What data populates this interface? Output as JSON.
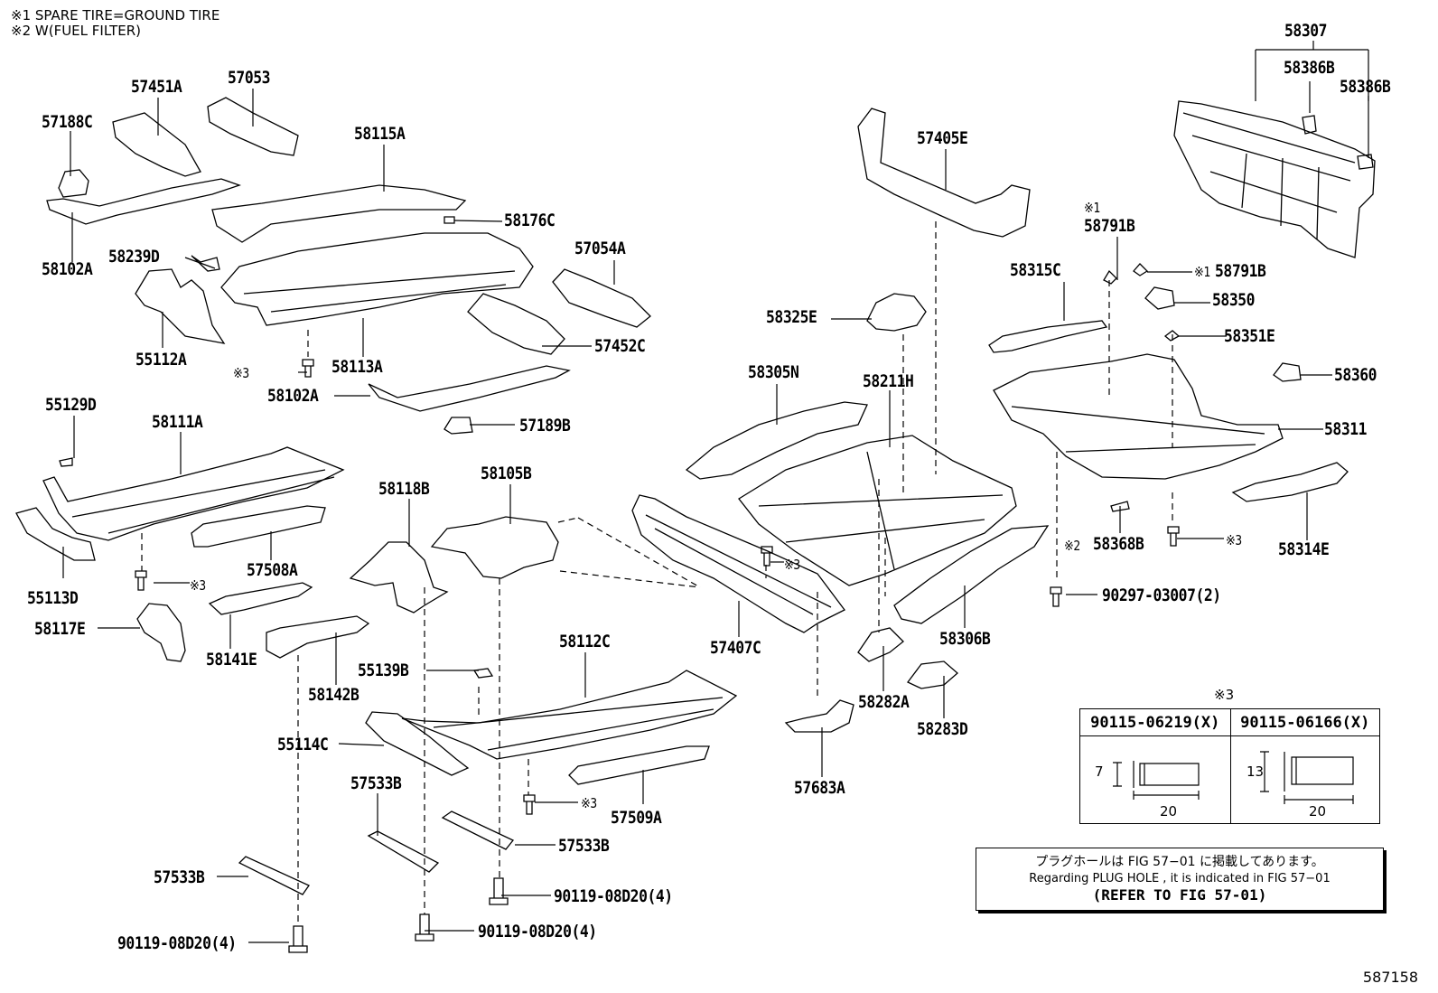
{
  "notes": [
    "※1 SPARE TIRE=GROUND TIRE",
    "※2 W(FUEL FILTER)"
  ],
  "labels": [
    {
      "id": "58307",
      "text": "58307"
    },
    {
      "id": "58386B-a",
      "text": "58386B"
    },
    {
      "id": "58386B-b",
      "text": "58386B"
    },
    {
      "id": "57451A",
      "text": "57451A"
    },
    {
      "id": "57053",
      "text": "57053"
    },
    {
      "id": "57188C",
      "text": "57188C"
    },
    {
      "id": "58115A",
      "text": "58115A"
    },
    {
      "id": "57405E",
      "text": "57405E"
    },
    {
      "id": "58176C",
      "text": "58176C"
    },
    {
      "id": "58102A-a",
      "text": "58102A"
    },
    {
      "id": "58239D",
      "text": "58239D"
    },
    {
      "id": "57054A",
      "text": "57054A"
    },
    {
      "id": "58791B-a",
      "text": "58791B"
    },
    {
      "id": "58791B-b",
      "text": "58791B"
    },
    {
      "id": "58315C",
      "text": "58315C"
    },
    {
      "id": "58350",
      "text": "58350"
    },
    {
      "id": "55112A",
      "text": "55112A"
    },
    {
      "id": "58325E",
      "text": "58325E"
    },
    {
      "id": "57452C",
      "text": "57452C"
    },
    {
      "id": "58351E",
      "text": "58351E"
    },
    {
      "id": "58113A",
      "text": "58113A"
    },
    {
      "id": "58305N",
      "text": "58305N"
    },
    {
      "id": "58360",
      "text": "58360"
    },
    {
      "id": "58102A-b",
      "text": "58102A"
    },
    {
      "id": "58211H",
      "text": "58211H"
    },
    {
      "id": "55129D",
      "text": "55129D"
    },
    {
      "id": "58111A",
      "text": "58111A"
    },
    {
      "id": "57189B",
      "text": "57189B"
    },
    {
      "id": "58311",
      "text": "58311"
    },
    {
      "id": "58105B",
      "text": "58105B"
    },
    {
      "id": "58118B",
      "text": "58118B"
    },
    {
      "id": "55113D",
      "text": "55113D"
    },
    {
      "id": "57508A",
      "text": "57508A"
    },
    {
      "id": "58368B",
      "text": "58368B"
    },
    {
      "id": "58314E",
      "text": "58314E"
    },
    {
      "id": "58117E",
      "text": "58117E"
    },
    {
      "id": "58141E",
      "text": "58141E"
    },
    {
      "id": "90297-03007(2)",
      "text": "90297-03007(2)"
    },
    {
      "id": "58112C",
      "text": "58112C"
    },
    {
      "id": "57407C",
      "text": "57407C"
    },
    {
      "id": "58306B",
      "text": "58306B"
    },
    {
      "id": "55139B",
      "text": "55139B"
    },
    {
      "id": "58142B",
      "text": "58142B"
    },
    {
      "id": "58282A",
      "text": "58282A"
    },
    {
      "id": "58283D",
      "text": "58283D"
    },
    {
      "id": "55114C",
      "text": "55114C"
    },
    {
      "id": "57533B-a",
      "text": "57533B"
    },
    {
      "id": "57683A",
      "text": "57683A"
    },
    {
      "id": "57509A",
      "text": "57509A"
    },
    {
      "id": "57533B-b",
      "text": "57533B"
    },
    {
      "id": "57533B-c",
      "text": "57533B"
    },
    {
      "id": "90119-08D20(4)-a",
      "text": "90119-08D20(4)"
    },
    {
      "id": "90119-08D20(4)-b",
      "text": "90119-08D20(4)"
    },
    {
      "id": "90119-08D20(4)-c",
      "text": "90119-08D20(4)"
    }
  ],
  "marks": {
    "m1": "※1",
    "m2": "※2",
    "m3": "※3"
  },
  "bolt_table": {
    "title": "※3",
    "headers": [
      "90115-06219(X)",
      "90115-06166(X)"
    ],
    "left": {
      "height": "7",
      "length": "20"
    },
    "right": {
      "height": "13",
      "length": "20"
    }
  },
  "reference_box": {
    "jp": "プラグホールは FIG 57−01 に掲載してあります。",
    "en": "Regarding  PLUG  HOLE , it is indicated in  FIG  57−01",
    "ref": "(REFER TO FIG 57-01)"
  },
  "drawing_number": "587158"
}
